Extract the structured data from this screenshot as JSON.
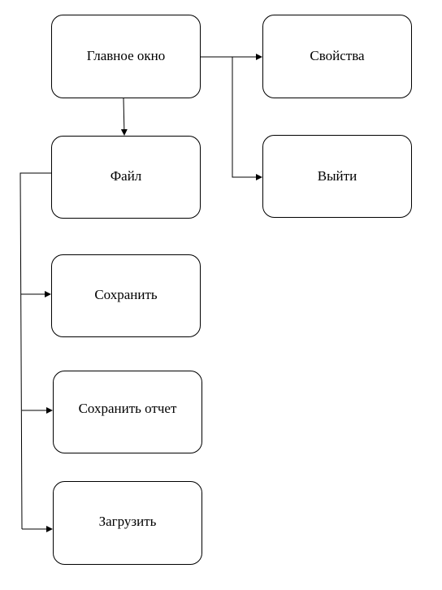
{
  "diagram": {
    "nodes": {
      "main_window": "Главное окно",
      "properties": "Свойства",
      "exit": "Выйти",
      "file": "Файл",
      "save": "Сохранить",
      "save_report": "Сохранить отчет",
      "load": "Загрузить"
    },
    "colors": {
      "stroke": "#000000",
      "fill": "#ffffff",
      "text": "#000000"
    }
  }
}
